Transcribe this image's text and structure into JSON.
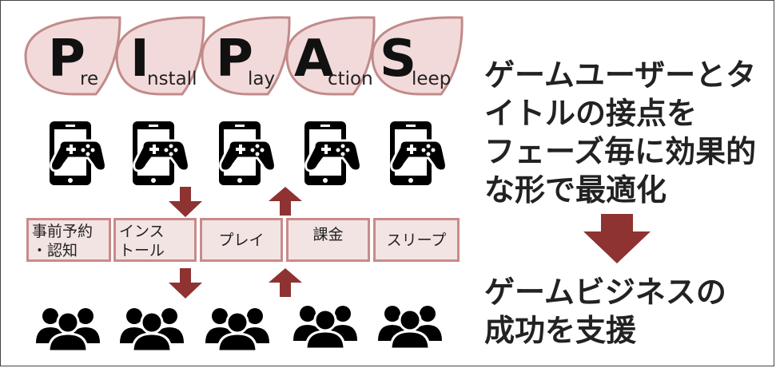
{
  "acronym": [
    {
      "initial": "P",
      "rest": "re"
    },
    {
      "initial": "I",
      "rest": "nstall"
    },
    {
      "initial": "P",
      "rest": "lay"
    },
    {
      "initial": "A",
      "rest": "ction"
    },
    {
      "initial": "S",
      "rest": "leep"
    }
  ],
  "phases": [
    {
      "line1": "事前予約",
      "line2": "・認知"
    },
    {
      "line1": "インス",
      "line2": "トール"
    },
    {
      "line1": "プレイ",
      "line2": ""
    },
    {
      "line1": "課金",
      "line2": ""
    },
    {
      "line1": "スリープ",
      "line2": ""
    }
  ],
  "message_top": [
    "ゲームユーザーとタ",
    "イトルの接点を",
    "フェーズ毎に効果的",
    "な形で最適化"
  ],
  "message_bottom": [
    "ゲームビジネスの",
    "成功を支援"
  ],
  "icons": {
    "device": "smartphone-gamepad-icon",
    "users": "user-group-icon"
  },
  "colors": {
    "petal_fill": "#f3dada",
    "petal_stroke": "#c28a8a",
    "arrow": "#8e3232",
    "phase_fill": "#f3e4e4",
    "phase_border": "#c98a8a"
  }
}
